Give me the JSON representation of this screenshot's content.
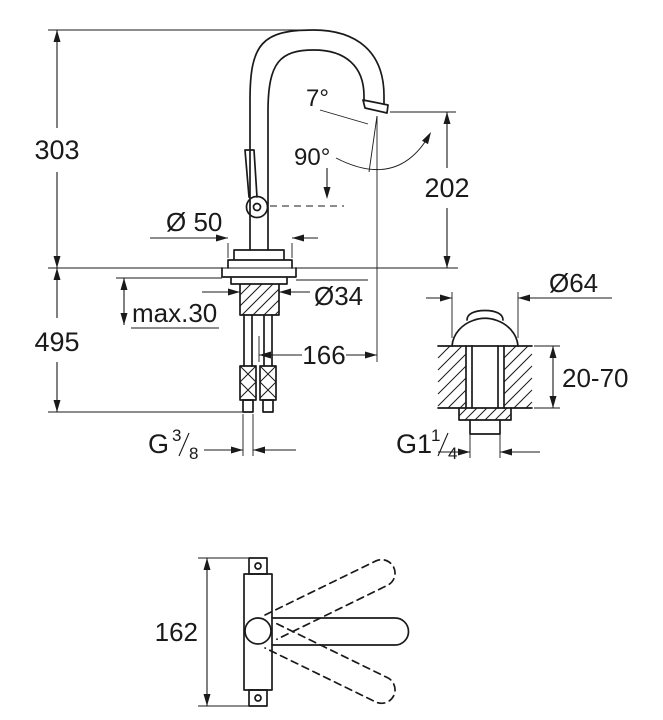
{
  "diagram": {
    "labels": {
      "height_upper": "303",
      "height_lower": "495",
      "spout_height": "202",
      "spout_angle": "7°",
      "handle_angle": "90°",
      "base_diameter": "Ø 50",
      "hole_diameter": "Ø34",
      "max_thickness": "max.30",
      "spout_reach": "166",
      "supply_thread_prefix": "G",
      "supply_thread_numerator": "3",
      "supply_thread_denominator": "8",
      "drain_diameter": "Ø64",
      "counter_thickness_range": "20-70",
      "drain_thread_prefix": "G1",
      "drain_thread_numerator": "1",
      "drain_thread_denominator": "4",
      "swivel_width": "162"
    }
  }
}
